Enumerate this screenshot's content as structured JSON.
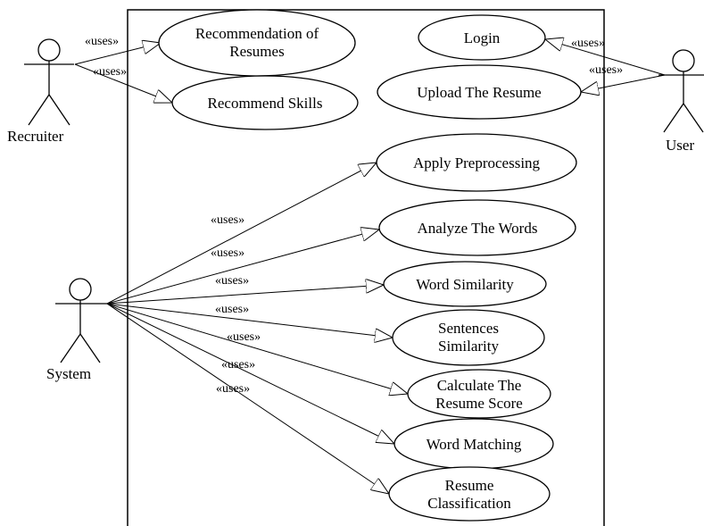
{
  "actors": {
    "recruiter": "Recruiter",
    "user": "User",
    "system": "System"
  },
  "stereotype": "«uses»",
  "use_cases": {
    "recommendation_of_resumes": [
      "Recommendation of",
      "Resumes"
    ],
    "recommend_skills": [
      "Recommend Skills"
    ],
    "login": [
      "Login"
    ],
    "upload_resume": [
      "Upload The Resume"
    ],
    "apply_preprocessing": [
      "Apply Preprocessing"
    ],
    "analyze_words": [
      "Analyze The Words"
    ],
    "word_similarity": [
      "Word Similarity"
    ],
    "sentences_similarity": [
      "Sentences",
      "Similarity"
    ],
    "calculate_score": [
      "Calculate The",
      "Resume Score"
    ],
    "word_matching": [
      "Word Matching"
    ],
    "resume_classification": [
      "Resume",
      "Classification"
    ]
  }
}
